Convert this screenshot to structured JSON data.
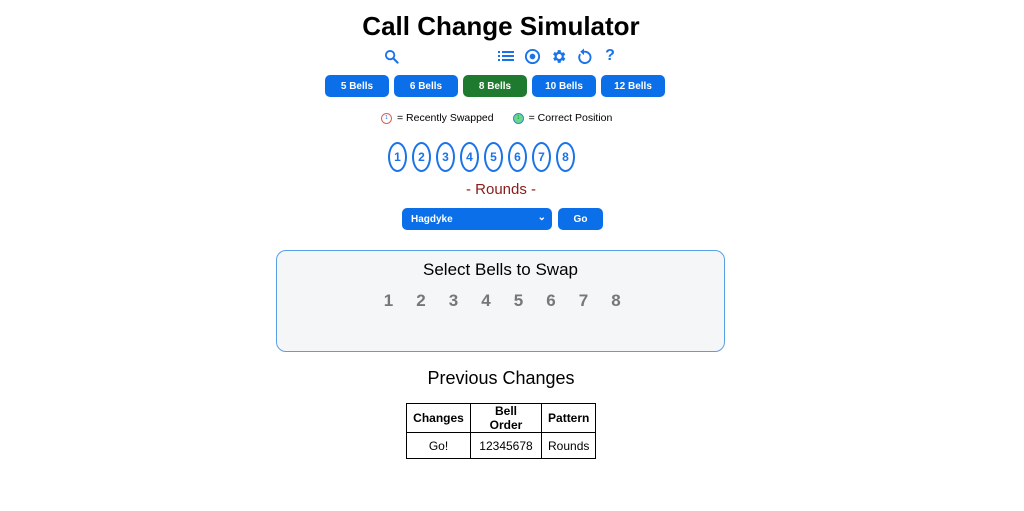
{
  "app": {
    "title": "Call Change Simulator"
  },
  "toolbar": {
    "icons": [
      {
        "name": "search-icon",
        "glyph": "search"
      },
      {
        "name": "list-icon",
        "glyph": "list"
      },
      {
        "name": "target-icon",
        "glyph": "target"
      },
      {
        "name": "gear-icon",
        "glyph": "gear"
      },
      {
        "name": "reset-icon",
        "glyph": "reset"
      },
      {
        "name": "help-icon",
        "glyph": "?"
      }
    ]
  },
  "bell_buttons": [
    {
      "label": "5 Bells",
      "active": false
    },
    {
      "label": "6 Bells",
      "active": false
    },
    {
      "label": "8 Bells",
      "active": true
    },
    {
      "label": "10 Bells",
      "active": false
    },
    {
      "label": "12 Bells",
      "active": false
    }
  ],
  "legend": {
    "recent": {
      "dot": "1",
      "label": "= Recently Swapped"
    },
    "correct": {
      "dot": "1",
      "label": "= Correct Position"
    }
  },
  "bells": [
    "1",
    "2",
    "3",
    "4",
    "5",
    "6",
    "7",
    "8"
  ],
  "status": "- Rounds -",
  "method": {
    "selected": "Hagdyke",
    "chevron": "⌄",
    "go_label": "Go"
  },
  "swap_panel": {
    "title": "Select Bells to Swap",
    "bells": [
      "1",
      "2",
      "3",
      "4",
      "5",
      "6",
      "7",
      "8"
    ]
  },
  "previous": {
    "title": "Previous Changes",
    "columns": [
      "Changes",
      "Bell Order",
      "Pattern"
    ],
    "rows": [
      [
        "Go!",
        "12345678",
        "Rounds"
      ]
    ]
  },
  "colors": {
    "accent": "#0a6fe8",
    "active": "#1e7a2e",
    "status": "#8b1a1a"
  }
}
